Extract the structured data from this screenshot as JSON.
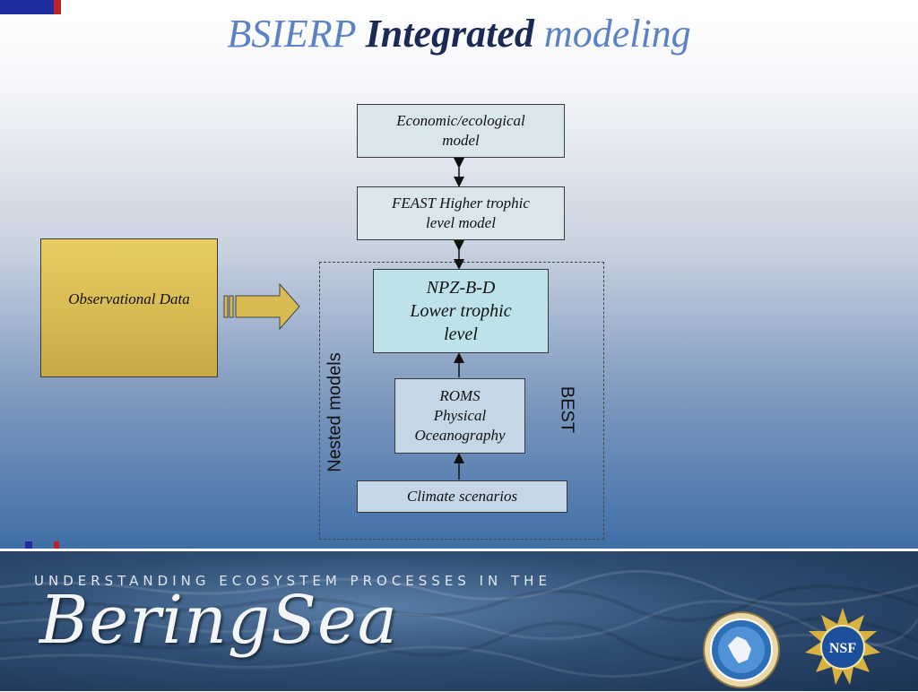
{
  "title": {
    "part1": "BSIERP",
    "part2": "Integrated",
    "part3": "modeling"
  },
  "diagram": {
    "economic_model": "Economic/ecological\nmodel",
    "feast_model": "FEAST Higher trophic\nlevel model",
    "npz_model": "NPZ-B-D\nLower trophic\nlevel",
    "roms_model": "ROMS\nPhysical\nOceanography",
    "climate_scenarios": "Climate scenarios",
    "observational_data": "Observational Data",
    "nested_models_label": "Nested models",
    "best_label": "BEST"
  },
  "banner": {
    "subtitle": "UNDERSTANDING ECOSYSTEM PROCESSES IN THE",
    "title": "BeringSea"
  },
  "logos": {
    "left": "npr-board-seal-icon",
    "right": "nsf-seal-icon",
    "nsf_text": "NSF"
  },
  "colors": {
    "title_blue": "#5b82c4",
    "title_dark": "#1b2a55",
    "obs_gold": "#d8bb52",
    "npz_fill": "#bde2ea"
  }
}
